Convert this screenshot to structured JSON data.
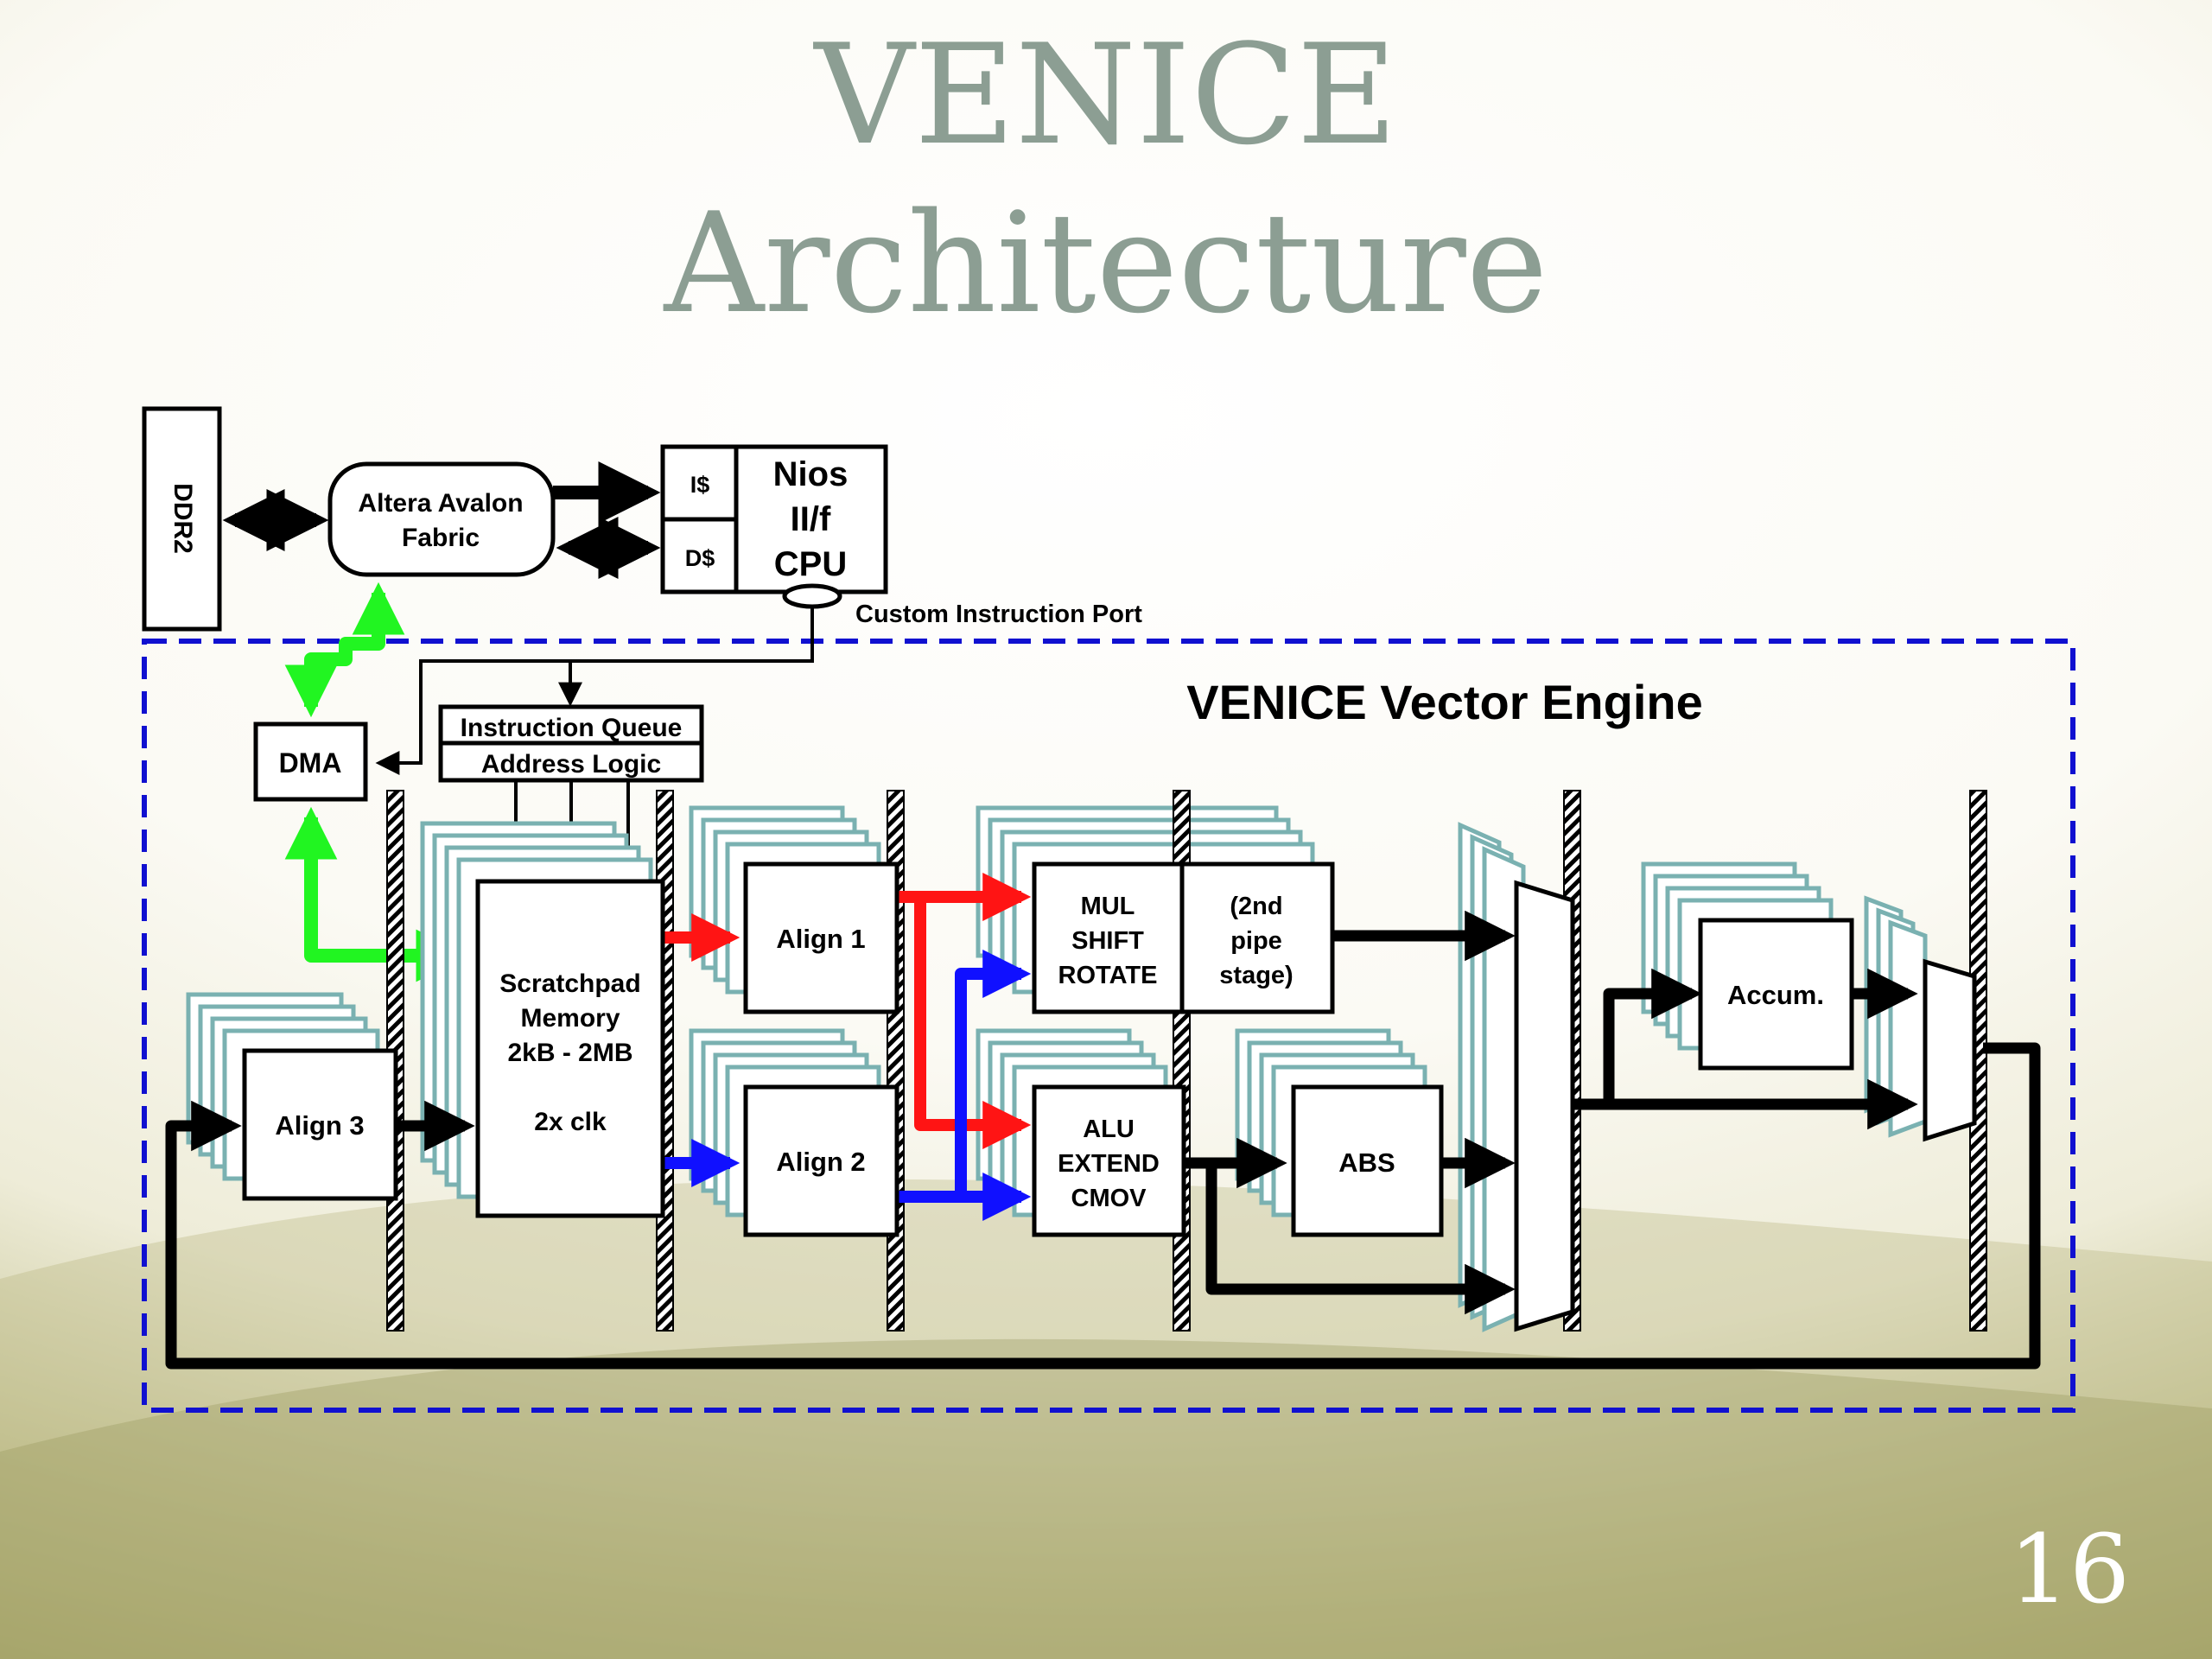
{
  "title": {
    "line1": "VENICE",
    "line2": "Architecture"
  },
  "page_number": "16",
  "diagram": {
    "ddr2": "DDR2",
    "avalon": {
      "line1": "Altera Avalon",
      "line2": "Fabric"
    },
    "cache_i": "I$",
    "cache_d": "D$",
    "cpu": {
      "line1": "Nios",
      "line2": "II/f",
      "line3": "CPU"
    },
    "custom_port": "Custom Instruction Port",
    "engine_label": "VENICE Vector Engine",
    "dma": "DMA",
    "instruction_queue": "Instruction Queue",
    "address_logic": "Address Logic",
    "scratchpad": {
      "line1": "Scratchpad",
      "line2": "Memory",
      "line3": "2kB - 2MB",
      "line4": "2x clk"
    },
    "align1": "Align 1",
    "align2": "Align 2",
    "align3": "Align 3",
    "mul": {
      "line1": "MUL",
      "line2": "SHIFT",
      "line3": "ROTATE"
    },
    "pipe2": {
      "line1": "(2nd",
      "line2": "pipe",
      "line3": "stage)"
    },
    "alu": {
      "line1": "ALU",
      "line2": "EXTEND",
      "line3": "CMOV"
    },
    "abs": "ABS",
    "accum": "Accum.",
    "colors": {
      "title": "#8c9e93",
      "engine_border": "#1010d0",
      "red_path": "#ff1414",
      "blue_path": "#1010ff",
      "green_path": "#21f521",
      "lane_shadow": "#7ab1b1"
    }
  }
}
